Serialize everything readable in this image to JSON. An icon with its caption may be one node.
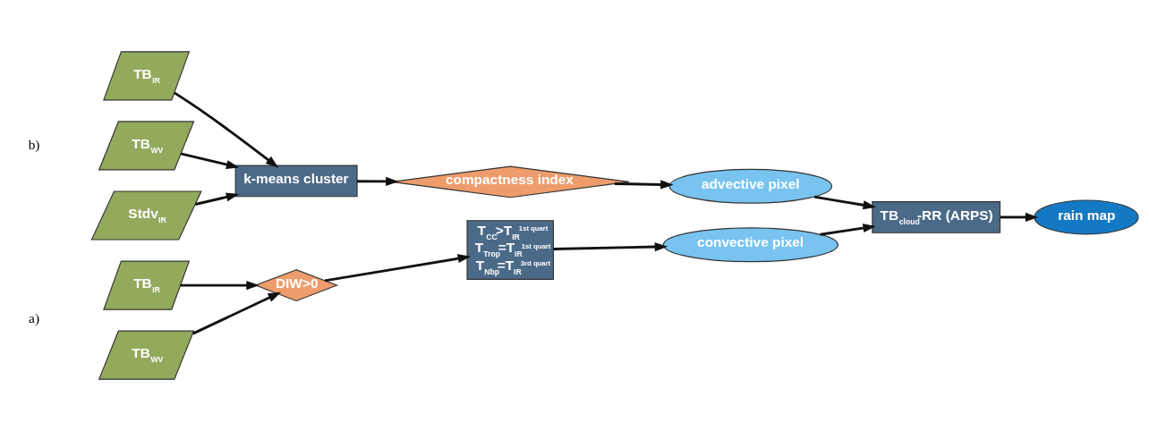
{
  "diagram": {
    "nodes": [
      {
        "text": [
          "TB$_{IR}$"
        ]
      },
      {
        "text": [
          "TB$_{WV}$"
        ]
      },
      {
        "text": [
          "DIW>0"
        ]
      },
      {
        "text": [
          "T$_{CC}$>T$_{IR}$$^{1st quart}$",
          "T$_{Trop}$=T$_{IR}$$^{1st quart}$",
          "T$_{Nbp}$=T$_{IR}$$^{3rd quart}$"
        ]
      },
      {
        "text": [
          "convective pixel"
        ]
      },
      {
        "text": [
          "TB$_{IR}$"
        ]
      },
      {
        "text": [
          "TB$_{WV}$"
        ]
      },
      {
        "text": [
          "Stdv$_{IR}$"
        ]
      },
      {
        "text": [
          "k-means cluster"
        ]
      },
      {
        "text": [
          "compactness index"
        ]
      },
      {
        "text": [
          "TB$_{cloud}$-RR (ARPS)"
        ]
      },
      {
        "text": [
          "rain map"
        ]
      },
      {
        "text": [
          "advective pixel"
        ]
      }
    ],
    "edges": [
      {
        "from": 0,
        "to": 2,
        "arrow": "to"
      },
      {
        "from": 1,
        "to": 2,
        "arrow": "to"
      },
      {
        "from": 2,
        "to": 3,
        "arrow": "to"
      },
      {
        "from": 3,
        "to": 4,
        "arrow": "to"
      },
      {
        "from": 4,
        "to": 10,
        "arrow": "to"
      },
      {
        "from": 5,
        "to": 8,
        "arrow": "to"
      },
      {
        "from": 6,
        "to": 8,
        "arrow": "to"
      },
      {
        "from": 7,
        "to": 8,
        "arrow": "to"
      },
      {
        "from": 8,
        "to": 9,
        "arrow": "to"
      },
      {
        "from": 9,
        "to": 12,
        "arrow": "to"
      },
      {
        "from": 12,
        "to": 10,
        "arrow": "to"
      },
      {
        "from": 10,
        "to": 11,
        "arrow": "to"
      }
    ],
    "labels": [
      "a)",
      "b)"
    ]
  }
}
